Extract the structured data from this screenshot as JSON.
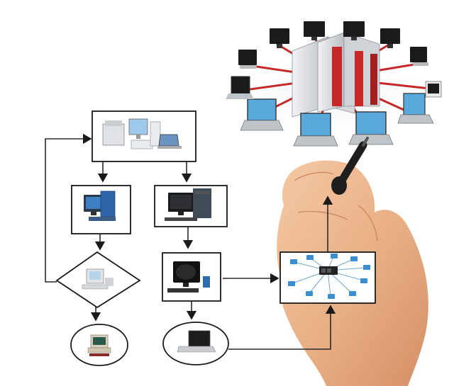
{
  "diagram": {
    "server_hub": {
      "icon": "server-rack-icon",
      "clients": 12,
      "colors": {
        "server": "#c9ced4",
        "stripe": "#c62828",
        "link": "#c62828"
      }
    },
    "nodes": [
      {
        "id": "office-equipment",
        "icon": "office-equipment-icon",
        "shape": "rectangle"
      },
      {
        "id": "desktop-blue",
        "icon": "desktop-computer-icon",
        "shape": "rectangle"
      },
      {
        "id": "desktop-black",
        "icon": "desktop-computer-icon",
        "shape": "rectangle"
      },
      {
        "id": "decision-computer",
        "icon": "retro-computer-icon",
        "shape": "diamond"
      },
      {
        "id": "workstation",
        "icon": "workstation-icon",
        "shape": "rectangle"
      },
      {
        "id": "old-pc",
        "icon": "old-pc-icon",
        "shape": "oval"
      },
      {
        "id": "laptop",
        "icon": "laptop-icon",
        "shape": "oval"
      },
      {
        "id": "network-hub",
        "icon": "network-hub-icon",
        "shape": "rectangle"
      }
    ],
    "hand": {
      "icon": "hand-with-marker-icon"
    }
  }
}
